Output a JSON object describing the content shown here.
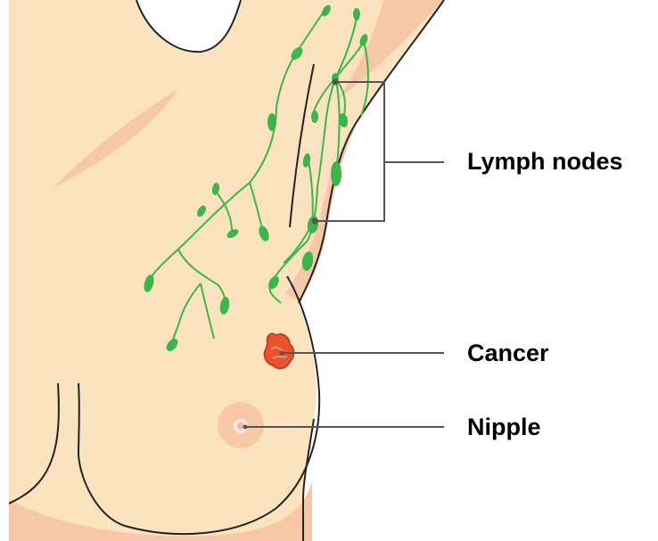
{
  "labels": {
    "lymph_nodes": "Lymph nodes",
    "cancer": "Cancer",
    "nipple": "Nipple"
  },
  "colors": {
    "skin": "#FCE3C0",
    "skin_shadow": "#F7C8A8",
    "skin_outline": "#232323",
    "lymph": "#3DB54A",
    "tumor": "#E8532E",
    "areola": "#F8C9A9",
    "nipple": "#F3B4A4",
    "leader_line": "#555555"
  },
  "icons": {
    "lymph_node": "lymph-node-icon",
    "tumor": "tumor-icon",
    "nipple": "nipple-icon"
  }
}
